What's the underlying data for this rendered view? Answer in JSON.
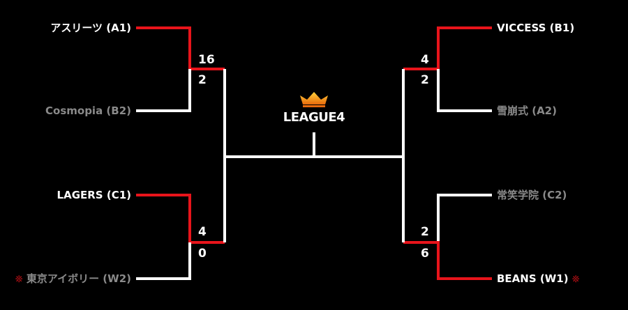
{
  "title": "LEAGUE4",
  "colors": {
    "background": "#000000",
    "winner_line": "#e8141b",
    "loser_line": "#ffffff",
    "winner_text": "#ffffff",
    "loser_text": "#8a8a8a",
    "crown": "#f7a21b"
  },
  "crown_icon": "crown-icon",
  "mark_icon": "asterisk-mark",
  "left": {
    "match1": {
      "top_team": "アスリーツ (A1)",
      "bottom_team": "Cosmopia (B2)",
      "top_score": "16",
      "bottom_score": "2"
    },
    "match2": {
      "top_team": "LAGERS (C1)",
      "bottom_team": "東京アイボリー (W2)",
      "bottom_mark": "❊",
      "top_score": "4",
      "bottom_score": "0"
    }
  },
  "right": {
    "match1": {
      "top_team": "VICCESS (B1)",
      "bottom_team": "雪崩式 (A2)",
      "top_score": "4",
      "bottom_score": "2"
    },
    "match2": {
      "top_team": "常笑学院 (C2)",
      "bottom_team": "BEANS (W1)",
      "bottom_mark": "❊",
      "top_score": "2",
      "bottom_score": "6"
    }
  }
}
